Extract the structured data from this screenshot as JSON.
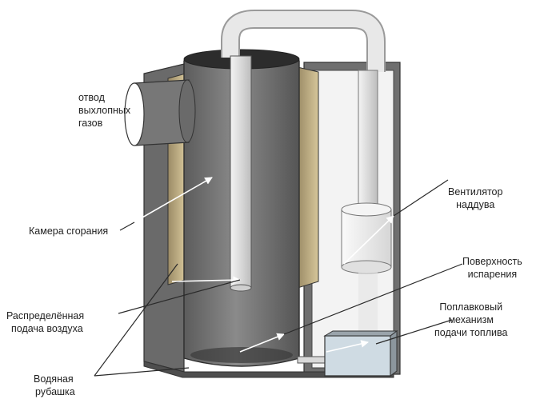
{
  "labels": {
    "exhaust": [
      "отвод",
      "выхлопных",
      "газов"
    ],
    "combustion_chamber": "Камера сгорания",
    "air_supply": [
      "Распределённая",
      "подача воздуха"
    ],
    "water_jacket": [
      "Водяная",
      "рубашка"
    ],
    "fan": [
      "Вентилятор",
      "наддува"
    ],
    "evaporation_surface": [
      "Поверхность",
      "испарения"
    ],
    "float_mechanism": [
      "Поплавковый",
      "механизм",
      "подачи топлива"
    ]
  },
  "colors": {
    "shell": "#6e6e6e",
    "shell_dark": "#555555",
    "cylinder": "#7b7b7b",
    "insulation": "#c8b78c",
    "pipe": "#e2e2e2",
    "float_box": "#cfdbe3",
    "arrow": "#ffffff",
    "leader": "#2a2a2a"
  }
}
